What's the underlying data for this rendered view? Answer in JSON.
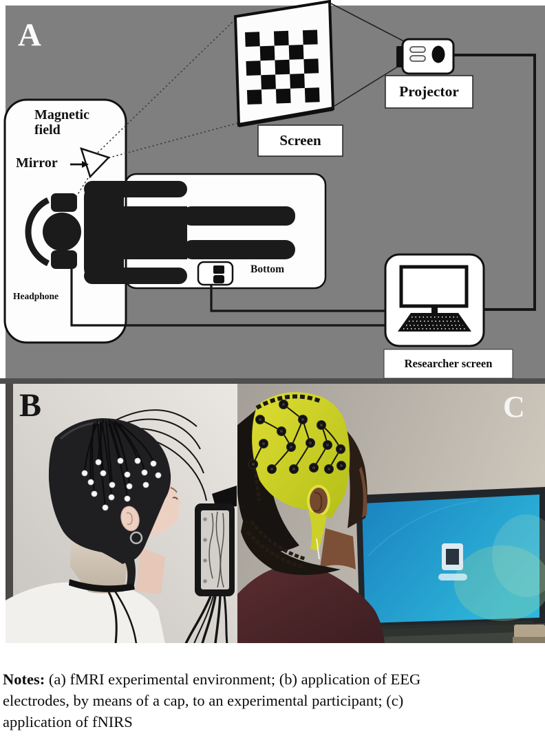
{
  "panelA": {
    "label": "A",
    "magnetic_field": "Magnetic field",
    "mirror": "Mirror",
    "headphone": "Headphone",
    "bottom": "Bottom",
    "screen": "Screen",
    "projector": "Projector",
    "researcher_screen": "Researcher screen"
  },
  "panelB": {
    "label": "B"
  },
  "panelC": {
    "label": "C"
  },
  "notes": {
    "prefix": "Notes:",
    "body": " (a) fMRI experimental environment; (b) application of EEG electrodes, by means of a cap, to an experimental participant; (c) application of fNIRS"
  },
  "colors": {
    "diagram_bg": "#7f7f7f",
    "divider": "#504e4c",
    "monitor_screen_blue": "#1f9fd4",
    "nirs_cap_yellow": "#d4d428",
    "shirt_maroon": "#4b2427",
    "eeg_cap_black": "#1f1f22"
  }
}
